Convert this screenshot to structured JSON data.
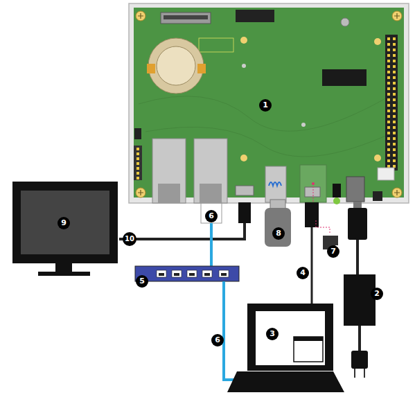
{
  "diagram": {
    "labels": [
      "1",
      "9",
      "10",
      "6",
      "8",
      "4",
      "7",
      "5",
      "2",
      "3",
      "6"
    ]
  }
}
